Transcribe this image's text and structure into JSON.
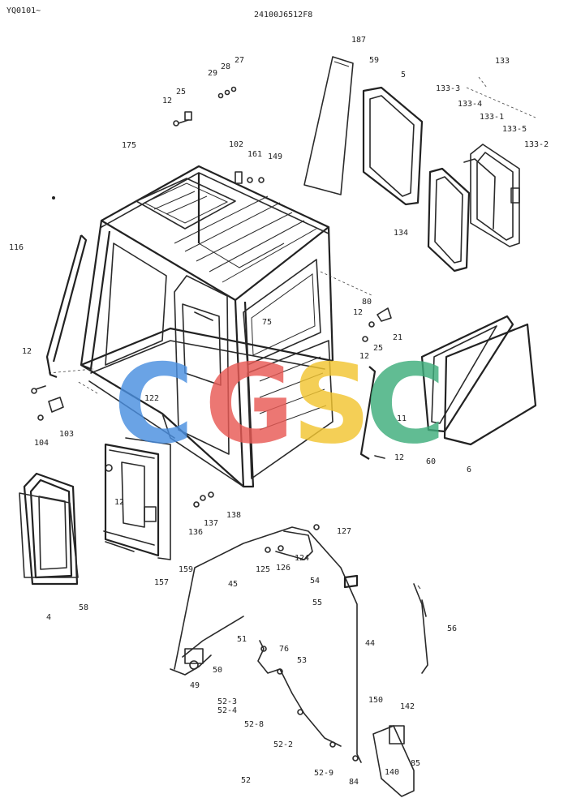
{
  "header": {
    "model_code": "YQ0101~",
    "part_number": "24100J6512F8"
  },
  "watermark": {
    "text": "CGSC",
    "letters": [
      {
        "char": "C",
        "color": "#4a8fe0"
      },
      {
        "char": "G",
        "color": "#e85a55"
      },
      {
        "char": "S",
        "color": "#f2c531"
      },
      {
        "char": "C",
        "color": "#3fae7c"
      }
    ]
  },
  "callouts": [
    {
      "id": "c187",
      "text": "187"
    },
    {
      "id": "c59a",
      "text": "59"
    },
    {
      "id": "c133",
      "text": "133"
    },
    {
      "id": "c5",
      "text": "5"
    },
    {
      "id": "c1333",
      "text": "133-3"
    },
    {
      "id": "c1334",
      "text": "133-4"
    },
    {
      "id": "c1331",
      "text": "133-1"
    },
    {
      "id": "c1335",
      "text": "133-5"
    },
    {
      "id": "c1332",
      "text": "133-2"
    },
    {
      "id": "c27",
      "text": "27"
    },
    {
      "id": "c29",
      "text": "29"
    },
    {
      "id": "c28",
      "text": "28"
    },
    {
      "id": "c25a",
      "text": "25"
    },
    {
      "id": "c12a",
      "text": "12"
    },
    {
      "id": "c175",
      "text": "175"
    },
    {
      "id": "c102",
      "text": "102"
    },
    {
      "id": "c161",
      "text": "161"
    },
    {
      "id": "c149",
      "text": "149"
    },
    {
      "id": "c116",
      "text": "116"
    },
    {
      "id": "c134",
      "text": "134"
    },
    {
      "id": "c80",
      "text": "80"
    },
    {
      "id": "c12b",
      "text": "12"
    },
    {
      "id": "c21",
      "text": "21"
    },
    {
      "id": "c25b",
      "text": "25"
    },
    {
      "id": "c12c",
      "text": "12"
    },
    {
      "id": "c75",
      "text": "75"
    },
    {
      "id": "c12d",
      "text": "12"
    },
    {
      "id": "c122",
      "text": "122"
    },
    {
      "id": "c103",
      "text": "103"
    },
    {
      "id": "c104",
      "text": "104"
    },
    {
      "id": "c11",
      "text": "11"
    },
    {
      "id": "c12e",
      "text": "12"
    },
    {
      "id": "c60",
      "text": "60"
    },
    {
      "id": "c6",
      "text": "6"
    },
    {
      "id": "c12f",
      "text": "12"
    },
    {
      "id": "c138",
      "text": "138"
    },
    {
      "id": "c137",
      "text": "137"
    },
    {
      "id": "c136",
      "text": "136"
    },
    {
      "id": "c127",
      "text": "127"
    },
    {
      "id": "c124",
      "text": "124"
    },
    {
      "id": "c125",
      "text": "125"
    },
    {
      "id": "c126",
      "text": "126"
    },
    {
      "id": "c159",
      "text": "159"
    },
    {
      "id": "c157",
      "text": "157"
    },
    {
      "id": "c45",
      "text": "45"
    },
    {
      "id": "c54",
      "text": "54"
    },
    {
      "id": "c55",
      "text": "55"
    },
    {
      "id": "c58",
      "text": "58"
    },
    {
      "id": "c4",
      "text": "4"
    },
    {
      "id": "c56",
      "text": "56"
    },
    {
      "id": "c51",
      "text": "51"
    },
    {
      "id": "c44",
      "text": "44"
    },
    {
      "id": "c76",
      "text": "76"
    },
    {
      "id": "c53",
      "text": "53"
    },
    {
      "id": "c50",
      "text": "50"
    },
    {
      "id": "c49",
      "text": "49"
    },
    {
      "id": "c150",
      "text": "150"
    },
    {
      "id": "c142",
      "text": "142"
    },
    {
      "id": "c523",
      "text": "52-3"
    },
    {
      "id": "c524",
      "text": "52-4"
    },
    {
      "id": "c528",
      "text": "52-8"
    },
    {
      "id": "c522",
      "text": "52-2"
    },
    {
      "id": "c85",
      "text": "85"
    },
    {
      "id": "c140",
      "text": "140"
    },
    {
      "id": "c52",
      "text": "52"
    },
    {
      "id": "c529",
      "text": "52-9"
    },
    {
      "id": "c84",
      "text": "84"
    }
  ]
}
